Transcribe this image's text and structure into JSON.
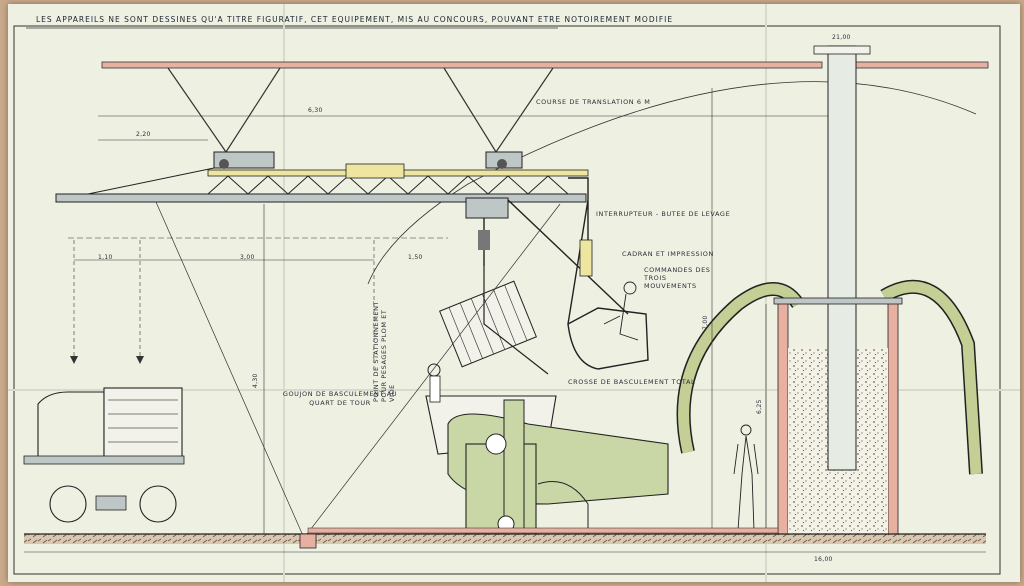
{
  "title": "LES APPAREILS NE SONT DESSINES QU'A TITRE FIGURATIF, CET EQUIPEMENT, MIS AU CONCOURS, POUVANT ETRE NOTOIREMENT MODIFIE",
  "labels": {
    "course": "COURSE DE TRANSLATION 6 m",
    "interrupteur": "INTERRUPTEUR - BUTEE DE LEVAGE",
    "cadran": "CADRAN ET IMPRESSION",
    "commandes": "COMMANDES DES TROIS MOUVEMENTS",
    "crosse": "CROSSE DE BASCULEMENT TOTAL",
    "goujon": "GOUJON DE BASCULEMENT AU QUART DE TOUR",
    "point": "POINT DE STATIONNEMENT POUR PESAGES PLOM ET VIDE"
  },
  "dimensions": {
    "d_21": "21,00",
    "d_630": "6,30",
    "d_220": "2,20",
    "d_110": "1,10",
    "d_300": "3,00",
    "d_150": "1,50",
    "d_430": "4,30",
    "d_700": "7,00",
    "d_625": "6,25",
    "d_1600": "16,00"
  },
  "colors": {
    "paper": "#eef0e2",
    "ink": "#2a2f3a",
    "pink": "#e8b0a0",
    "green": "#c9d6a5",
    "yellow": "#eee6a0",
    "gray": "#bfc7c6",
    "olive": "#c4cf95",
    "ground": "#7d6b52"
  }
}
